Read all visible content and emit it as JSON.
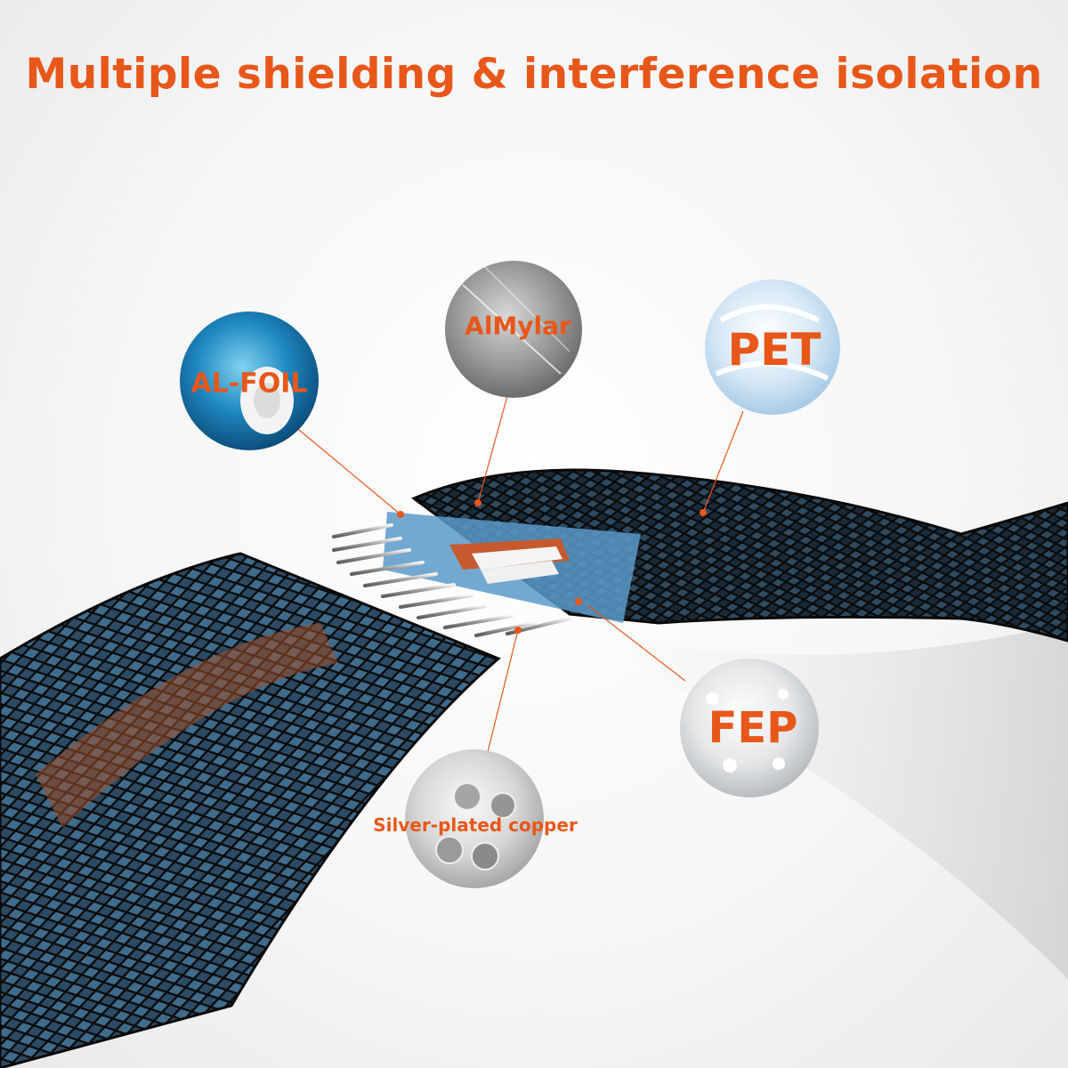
{
  "title": "Multiple shielding & interference isolation",
  "accent_color": "#e8571a",
  "materials": [
    {
      "id": "al-foil",
      "label": "AL-FOIL"
    },
    {
      "id": "almylar",
      "label": "AlMylar"
    },
    {
      "id": "pet",
      "label": "PET"
    },
    {
      "id": "fep",
      "label": "FEP"
    },
    {
      "id": "silver-plated-copper",
      "label": "Silver-plated copper"
    }
  ]
}
